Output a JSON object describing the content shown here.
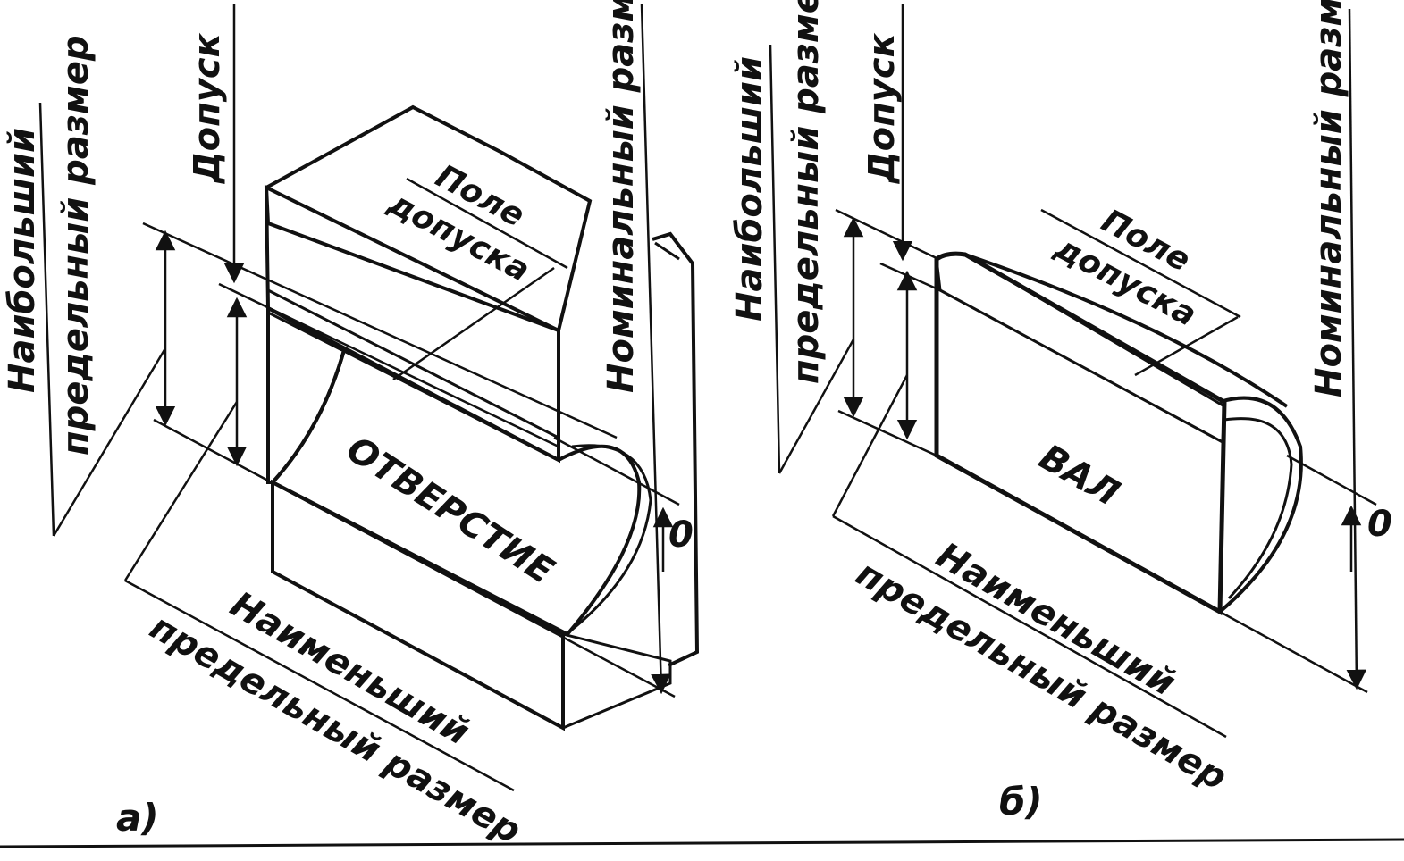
{
  "figure_a": {
    "label_tolerance": "Допуск",
    "label_max_line1": "Наибольший",
    "label_max_line2": "предельный размер",
    "label_nominal": "Номинальный размер",
    "label_field_line1": "Поле",
    "label_field_line2": "допуска",
    "label_part": "ОТВЕРСТИЕ",
    "label_zero": "0",
    "label_min_line1": "Наименьший",
    "label_min_line2": "предельный размер",
    "caption": "а)"
  },
  "figure_b": {
    "label_tolerance": "Допуск",
    "label_max_line1": "Наибольший",
    "label_max_line2": "предельный размер",
    "label_nominal": "Номинальный размер",
    "label_field_line1": "Поле",
    "label_field_line2": "допуска",
    "label_part": "ВАЛ",
    "label_zero": "0",
    "label_min_line1": "Наименьший",
    "label_min_line2": "предельный размер",
    "caption": "б)"
  },
  "colors": {
    "ink": "#111111",
    "paper": "#ffffff"
  }
}
